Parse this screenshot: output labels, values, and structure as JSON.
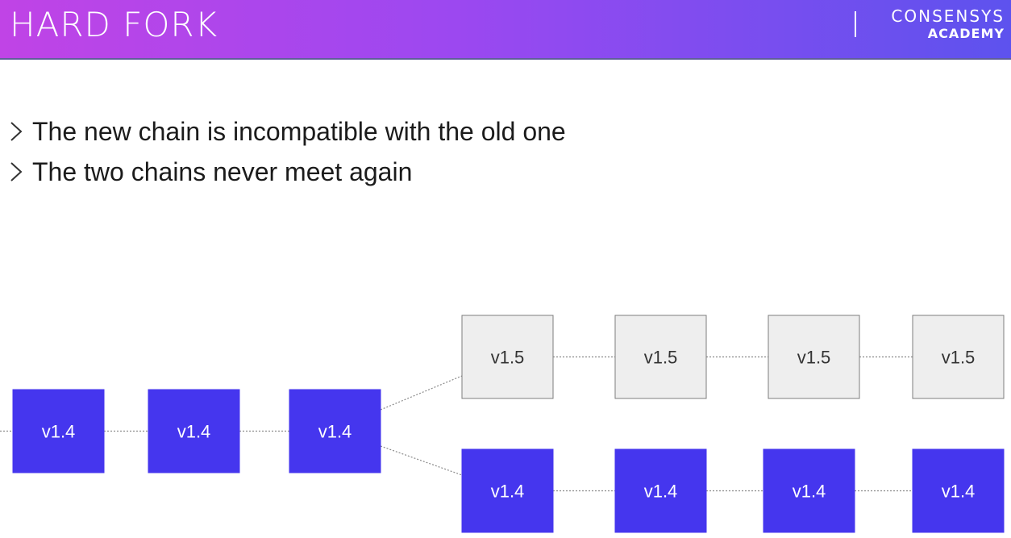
{
  "header": {
    "title": "HARD FORK",
    "brand_name": "CONSENSYS",
    "brand_sub": "ACADEMY"
  },
  "bullets": [
    {
      "icon": "chevron-right-icon",
      "text": "The new chain is incompatible with the old one"
    },
    {
      "icon": "chevron-right-icon",
      "text": "The two chains never meet again"
    }
  ],
  "diagram": {
    "colors": {
      "original": "#4536ee",
      "new": "#eeeeee",
      "new_border": "#7d7d7d",
      "connector": "#8a8a8a"
    },
    "common_chain": [
      "v1.4",
      "v1.4",
      "v1.4"
    ],
    "fork_new_chain": [
      "v1.5",
      "v1.5",
      "v1.5",
      "v1.5"
    ],
    "fork_old_chain": [
      "v1.4",
      "v1.4",
      "v1.4",
      "v1.4"
    ]
  }
}
